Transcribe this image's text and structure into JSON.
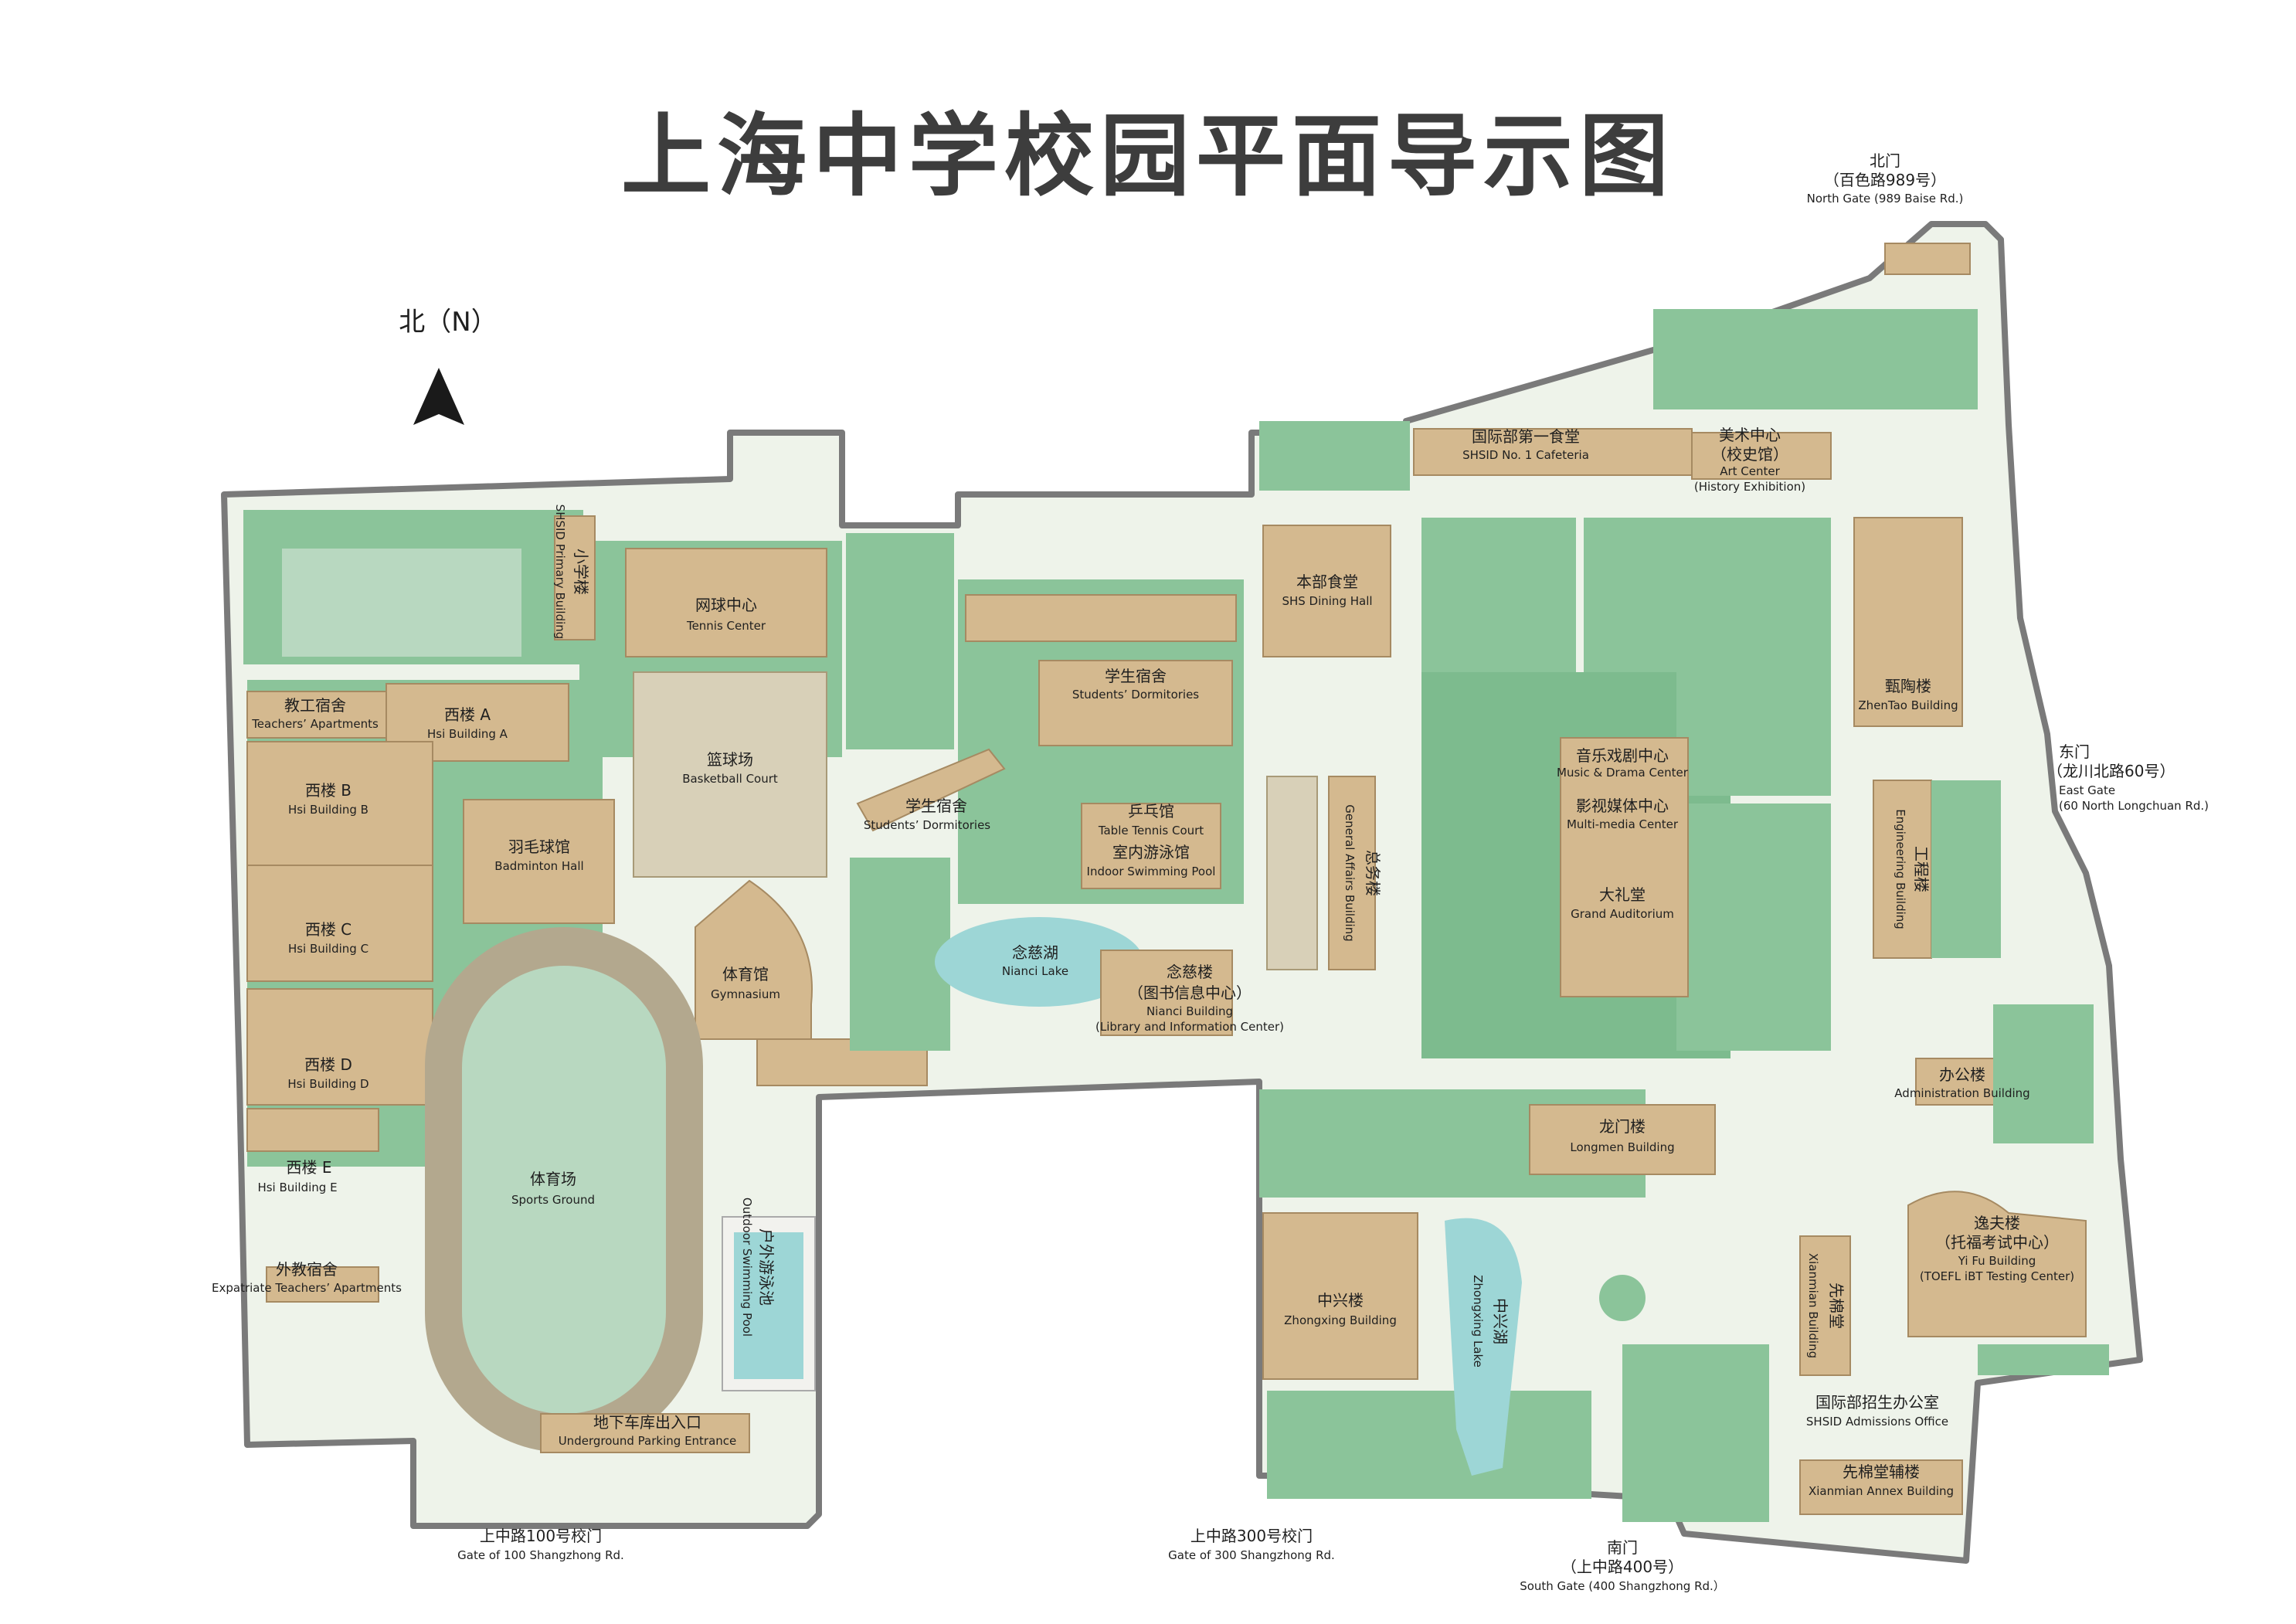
{
  "title": "上海中学校园平面导示图",
  "compass": "北（N）",
  "gates": {
    "north": {
      "zh": "北门",
      "sub": "（百色路989号）",
      "en": "North Gate (989 Baise Rd.)"
    },
    "east": {
      "zh": "东门",
      "sub": "（龙川北路60号）",
      "en1": "East Gate",
      "en2": "(60 North Longchuan Rd.)"
    },
    "south": {
      "zh": "南门",
      "sub": "（上中路400号）",
      "en": "South Gate (400 Shangzhong Rd.）"
    },
    "gate100": {
      "zh": "上中路100号校门",
      "en": "Gate of 100 Shangzhong Rd."
    },
    "gate300": {
      "zh": "上中路300号校门",
      "en": "Gate of 300 Shangzhong Rd."
    }
  },
  "buildings": {
    "primary": {
      "zh": "小学楼",
      "en": "SHSID Primary Building"
    },
    "tennis": {
      "zh": "网球中心",
      "en": "Tennis Center"
    },
    "teachers": {
      "zh": "教工宿舍",
      "en": "Teachers’ Apartments"
    },
    "hsiA": {
      "zh": "西楼 A",
      "en": "Hsi Building A"
    },
    "hsiB": {
      "zh": "西楼 B",
      "en": "Hsi Building B"
    },
    "hsiC": {
      "zh": "西楼 C",
      "en": "Hsi Building C"
    },
    "hsiD": {
      "zh": "西楼 D",
      "en": "Hsi Building D"
    },
    "hsiE": {
      "zh": "西楼 E",
      "en": "Hsi Building E"
    },
    "expat": {
      "zh": "外教宿舍",
      "en": "Expatriate Teachers’ Apartments"
    },
    "basketball": {
      "zh": "篮球场",
      "en": "Basketball Court"
    },
    "badminton": {
      "zh": "羽毛球馆",
      "en": "Badminton Hall"
    },
    "gym": {
      "zh": "体育馆",
      "en": "Gymnasium"
    },
    "sports": {
      "zh": "体育场",
      "en": "Sports Ground"
    },
    "outdoorpool": {
      "zh": "户外游泳池",
      "en": "Outdoor Swimming Pool"
    },
    "parking": {
      "zh": "地下车库出入口",
      "en": "Underground Parking Entrance"
    },
    "dorm1": {
      "zh": "学生宿舍",
      "en": "Students’ Dormitories"
    },
    "dorm2": {
      "zh": "学生宿舍",
      "en": "Students’ Dormitories"
    },
    "tabletennis": {
      "zh": "乒乓馆",
      "en": "Table Tennis Court"
    },
    "indoorpool": {
      "zh": "室内游泳馆",
      "en": "Indoor Swimming Pool"
    },
    "niancilake": {
      "zh": "念慈湖",
      "en": "Nianci Lake"
    },
    "nianci": {
      "zh": "念慈楼",
      "sub": "（图书信息中心）",
      "en1": "Nianci Building",
      "en2": "(Library and Information Center)"
    },
    "cafeteria": {
      "zh": "国际部第一食堂",
      "en": "SHSID No. 1 Cafeteria"
    },
    "art": {
      "zh": "美术中心",
      "sub": "（校史馆）",
      "en1": "Art Center",
      "en2": "(History Exhibition)"
    },
    "dining": {
      "zh": "本部食堂",
      "en": "SHS Dining Hall"
    },
    "general": {
      "zh": "总务楼",
      "en": "General Affairs Building"
    },
    "music": {
      "zh": "音乐戏剧中心",
      "en": "Music  & Drama Center"
    },
    "media": {
      "zh": "影视媒体中心",
      "en": "Multi-media Center"
    },
    "auditorium": {
      "zh": "大礼堂",
      "en": "Grand Auditorium"
    },
    "zhentao": {
      "zh": "甄陶楼",
      "en": "ZhenTao Building"
    },
    "engineering": {
      "zh": "工程楼",
      "en": "Engineering Building"
    },
    "admin": {
      "zh": "办公楼",
      "en": "Administration Building"
    },
    "longmen": {
      "zh": "龙门楼",
      "en": "Longmen Building"
    },
    "zhongxing": {
      "zh": "中兴楼",
      "en": "Zhongxing Building"
    },
    "zhongxinglake": {
      "zh": "中兴湖",
      "en": "Zhongxing Lake"
    },
    "yifu": {
      "zh": "逸夫楼",
      "sub": "（托福考试中心）",
      "en1": "Yi Fu  Building",
      "en2": "(TOEFL iBT Testing Center)"
    },
    "xianmian": {
      "zh": "先棉堂",
      "en": "Xianmian Building"
    },
    "admissions": {
      "zh": "国际部招生办公室",
      "en": "SHSID Admissions Office"
    },
    "xianmianannex": {
      "zh": "先棉堂辅楼",
      "en": "Xianmian Annex Building"
    }
  },
  "colors": {
    "green": "#8bc49a",
    "path": "#eef3ea",
    "building": "#d4b98f",
    "water": "#9dd6d6",
    "boundary": "#7a7a7a"
  }
}
